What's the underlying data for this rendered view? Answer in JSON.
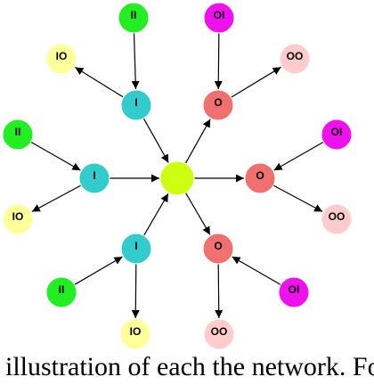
{
  "nodes": [
    {
      "id": "center",
      "label": ""
    },
    {
      "id": "n-i-top",
      "label": "I"
    },
    {
      "id": "n-o-top",
      "label": "O"
    },
    {
      "id": "n-i-left",
      "label": "I"
    },
    {
      "id": "n-o-right",
      "label": "O"
    },
    {
      "id": "n-i-bottom",
      "label": "I"
    },
    {
      "id": "n-o-bottom",
      "label": "O"
    },
    {
      "id": "n-ii-1",
      "label": "II"
    },
    {
      "id": "n-oi-1",
      "label": "OI"
    },
    {
      "id": "n-io-1",
      "label": "IO"
    },
    {
      "id": "n-oo-1",
      "label": "OO"
    },
    {
      "id": "n-ii-2",
      "label": "II"
    },
    {
      "id": "n-oi-2",
      "label": "OI"
    },
    {
      "id": "n-io-2",
      "label": "IO"
    },
    {
      "id": "n-oo-2",
      "label": "OO"
    },
    {
      "id": "n-ii-3",
      "label": "II"
    },
    {
      "id": "n-oi-3",
      "label": "OI"
    },
    {
      "id": "n-io-3",
      "label": "IO"
    },
    {
      "id": "n-oo-3",
      "label": "OO"
    }
  ],
  "colors": {
    "center": "#ccff11",
    "I": "#33cccc",
    "O": "#f07070",
    "II": "#22ee22",
    "OI": "#ee11ee",
    "IO": "#ffff99",
    "OO": "#ffcccc",
    "edge": "#000000"
  },
  "edges": [
    {
      "from": "n-i-top",
      "to": "center"
    },
    {
      "from": "center",
      "to": "n-o-top"
    },
    {
      "from": "n-i-left",
      "to": "center"
    },
    {
      "from": "center",
      "to": "n-o-right"
    },
    {
      "from": "n-i-bottom",
      "to": "center"
    },
    {
      "from": "center",
      "to": "n-o-bottom"
    },
    {
      "from": "n-ii-1",
      "to": "n-i-top"
    },
    {
      "from": "n-i-top",
      "to": "n-io-1"
    },
    {
      "from": "n-oi-1",
      "to": "n-o-top"
    },
    {
      "from": "n-o-top",
      "to": "n-oo-1"
    },
    {
      "from": "n-ii-2",
      "to": "n-i-left"
    },
    {
      "from": "n-i-left",
      "to": "n-io-2"
    },
    {
      "from": "n-oi-2",
      "to": "n-o-right"
    },
    {
      "from": "n-o-right",
      "to": "n-oo-2"
    },
    {
      "from": "n-ii-3",
      "to": "n-i-bottom"
    },
    {
      "from": "n-i-bottom",
      "to": "n-io-3"
    },
    {
      "from": "n-oi-3",
      "to": "n-o-bottom"
    },
    {
      "from": "n-o-bottom",
      "to": "n-oo-3"
    }
  ],
  "caption": "illustration of each the network. For"
}
